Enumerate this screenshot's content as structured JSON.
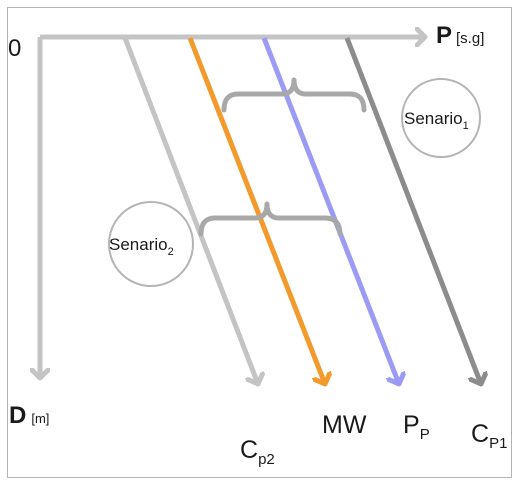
{
  "axes": {
    "origin": "0",
    "x_symbol": "P",
    "x_unit": "[s.g]",
    "y_symbol": "D",
    "y_unit": "[m]"
  },
  "lines": [
    {
      "main": "C",
      "sub": "p2",
      "color": "#c4c4c4"
    },
    {
      "main": "MW",
      "sub": "",
      "color": "#f39a2d"
    },
    {
      "main": "P",
      "sub": "P",
      "color": "#9b9bf5"
    },
    {
      "main": "C",
      "sub": "P1",
      "color": "#8c8c8c"
    }
  ],
  "scenarios": [
    {
      "main": "Senario",
      "sub": "1"
    },
    {
      "main": "Senario",
      "sub": "2"
    }
  ],
  "colors": {
    "axis": "#c4c4c4",
    "brace": "#a8a8a8",
    "circle": "#b4b4b4",
    "text": "#1a1a1a"
  }
}
